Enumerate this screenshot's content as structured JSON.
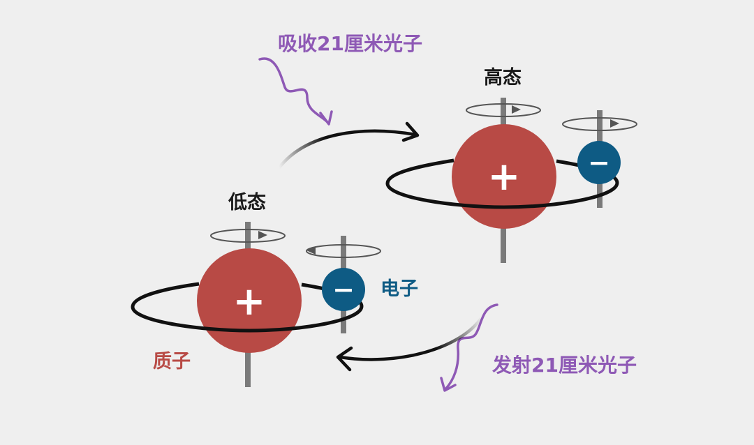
{
  "labels": {
    "absorb": "吸收21厘米光子",
    "emit": "发射21厘米光子",
    "high_state": "高态",
    "low_state": "低态",
    "electron": "电子",
    "proton": "质子"
  },
  "symbols": {
    "plus": "+",
    "minus": "−"
  },
  "colors": {
    "background": "#efefef",
    "proton": "#b84a45",
    "electron": "#0e5b84",
    "photon": "#8e59b5",
    "orbit": "#111111",
    "spin_axis": "#7a7a7a",
    "label_text": "#1a1a1a"
  }
}
